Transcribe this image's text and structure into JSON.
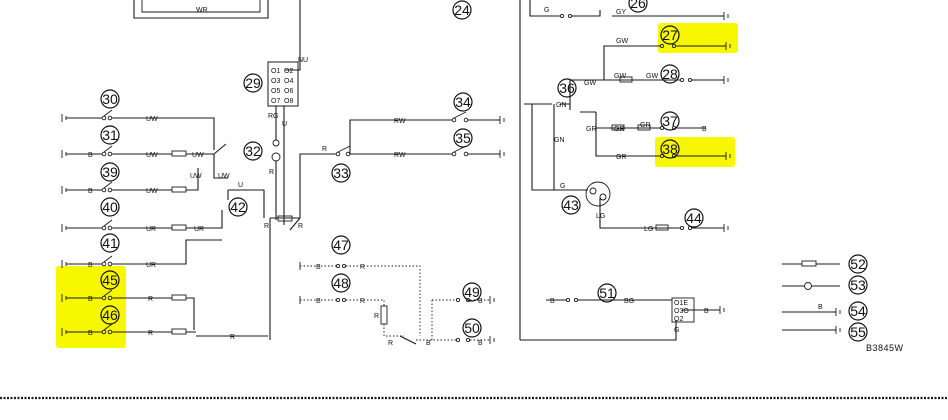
{
  "highlight_color": "#f7f700",
  "ink_color": "#1a1a1a",
  "component_numbers": [
    "24",
    "26",
    "27",
    "28",
    "29",
    "30",
    "31",
    "32",
    "33",
    "34",
    "35",
    "36",
    "37",
    "38",
    "39",
    "40",
    "41",
    "42",
    "43",
    "44",
    "45",
    "46",
    "47",
    "48",
    "49",
    "50",
    "51",
    "52",
    "53",
    "54",
    "55"
  ],
  "highlighted_components": [
    "27",
    "38",
    "45",
    "46"
  ],
  "wire_labels": {
    "wr": "WR",
    "nu": "NU",
    "rg": "RG",
    "u_vert": "U",
    "r_29": "R",
    "g_top": "G",
    "gy": "GY",
    "gw_27": "GW",
    "gw_36": "GW",
    "gw_28a": "GW",
    "gw_28b": "GW",
    "gn_36": "GN",
    "gn_vert": "GN",
    "gr_a": "GR",
    "gr_b": "GR",
    "gr_c": "GR",
    "gr_38": "GR",
    "b_37": "B",
    "g_43": "G",
    "lg_43": "LG",
    "lg_44": "LG",
    "uw_30": "UW",
    "b_31": "B",
    "uw_31a": "UW",
    "uw_31b": "UW",
    "uw_vert": "UW",
    "b_39": "B",
    "uw_39": "UW",
    "uw_39v": "UW",
    "u_42": "U",
    "ur_40a": "UR",
    "ur_40b": "UR",
    "ur_41": "UR",
    "b_41": "B",
    "b_45": "B",
    "r_45": "R",
    "b_46": "B",
    "r_46a": "R",
    "r_46b": "R",
    "r_33l": "R",
    "r_33r": "R",
    "rw_34": "RW",
    "rw_35": "RW",
    "b_47": "B",
    "r_47": "R",
    "b_48": "B",
    "r_48": "R",
    "r_vert48": "R",
    "r_50a": "R",
    "b_50a": "B",
    "b_49": "B",
    "b_50": "B",
    "b_51": "B",
    "bg_51": "BG",
    "b_51r": "B",
    "g_51": "G",
    "b_54": "B"
  },
  "terminal_block": {
    "row1": "O1E",
    "row2": "O3O",
    "row3": "O2"
  },
  "switch_29_grid": [
    [
      "O1",
      "O2"
    ],
    [
      "O3",
      "O4"
    ],
    [
      "O5",
      "O6"
    ],
    [
      "O7",
      "O8"
    ]
  ],
  "drawing_ref": "B3845W"
}
